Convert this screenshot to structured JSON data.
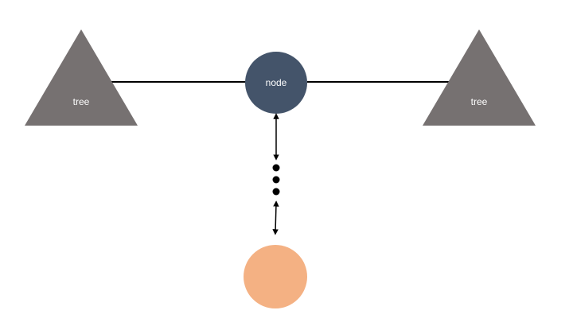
{
  "diagram": {
    "left_tree": {
      "label": "tree"
    },
    "right_tree": {
      "label": "tree"
    },
    "top_node": {
      "label": "node"
    }
  },
  "colors": {
    "background": "#ffffff",
    "tree_fill": "#767171",
    "node_fill": "#44546a",
    "bottom_circle_fill": "#f4b183",
    "edge_color": "#000000",
    "label_color": "#ffffff"
  }
}
